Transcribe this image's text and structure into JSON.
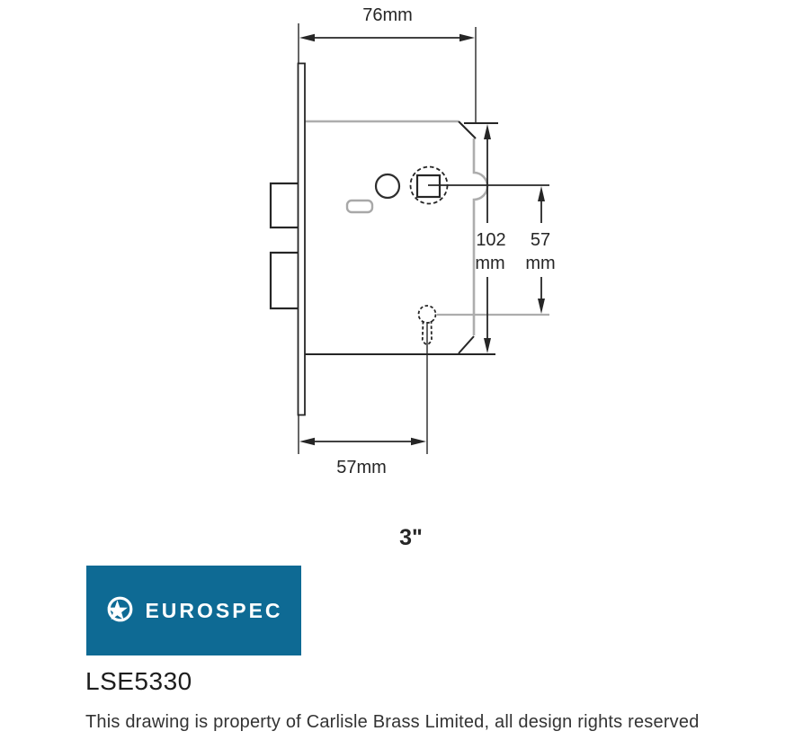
{
  "drawing": {
    "dim_top_width": "76mm",
    "dim_case_height_value": "102",
    "dim_case_height_unit": "mm",
    "dim_centers_value": "57",
    "dim_centers_unit": "mm",
    "dim_backset": "57mm",
    "size_label": "3\"",
    "colors": {
      "line": "#262626",
      "case_gray": "#adadad"
    }
  },
  "branding": {
    "logo_text": "EUROSPEC",
    "logo_bg": "#0E6A94",
    "logo_icon": "star-in-circle"
  },
  "product": {
    "code": "LSE5330"
  },
  "footer": {
    "disclaimer": "This drawing is property of Carlisle Brass Limited, all design rights reserved"
  }
}
